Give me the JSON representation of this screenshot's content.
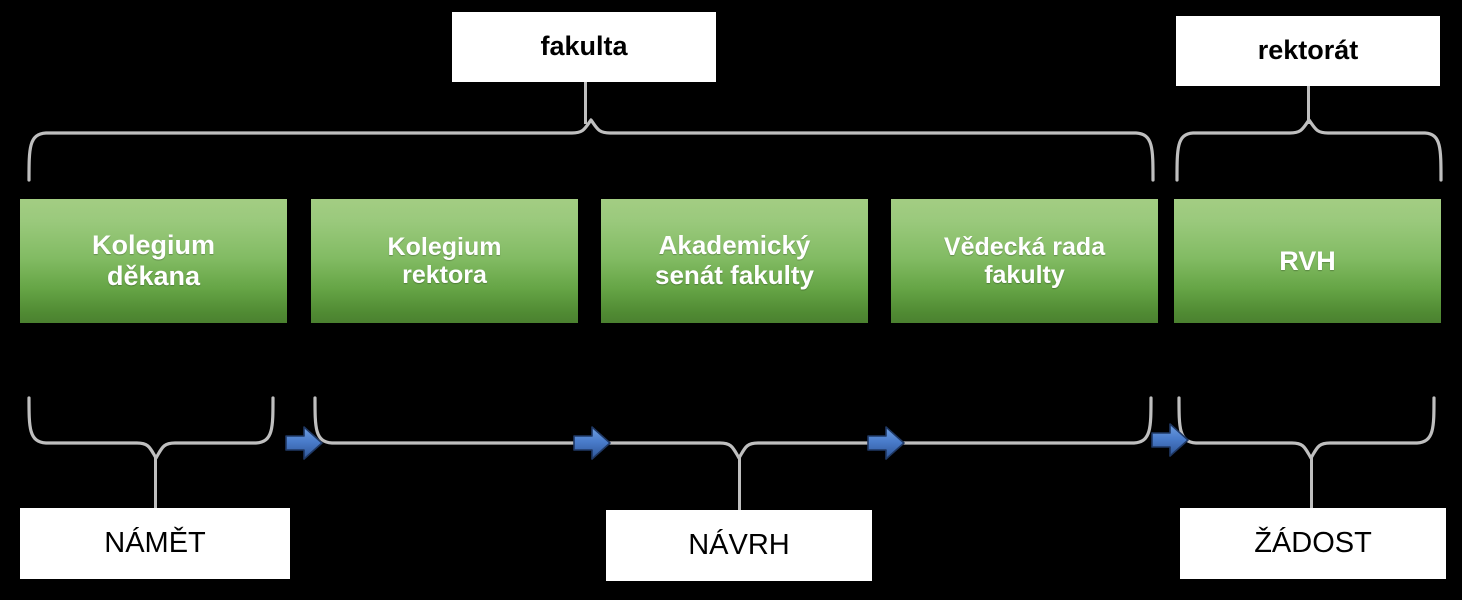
{
  "diagram": {
    "title_boxes": [
      {
        "id": "fakulta",
        "label": "fakulta"
      },
      {
        "id": "rektorat",
        "label": "rektorát"
      }
    ],
    "bodies": [
      {
        "id": "kolegium-dekana",
        "line1": "Kolegium",
        "line2": "děkana"
      },
      {
        "id": "kolegium-rektora",
        "line1": "Kolegium",
        "line2": "rektora"
      },
      {
        "id": "akademicky-senat-fakulty",
        "line1": "Akademický",
        "line2": "senát fakulty"
      },
      {
        "id": "vedecka-rada-fakulty",
        "line1": "Vědecká rada",
        "line2": "fakulty"
      },
      {
        "id": "rvh",
        "line1": "RVH",
        "line2": ""
      }
    ],
    "stages": [
      {
        "id": "namet",
        "label": "NÁMĚT"
      },
      {
        "id": "navrh",
        "label": "NÁVRH"
      },
      {
        "id": "zadost",
        "label": "ŽÁDOST"
      }
    ],
    "flow_arrows": [
      {
        "id": "arrow-namet-to-navrh",
        "icon": "right-arrow-icon"
      },
      {
        "id": "arrow-navrh-mid-1",
        "icon": "right-arrow-icon"
      },
      {
        "id": "arrow-navrh-mid-2",
        "icon": "right-arrow-icon"
      },
      {
        "id": "arrow-navrh-to-zadost",
        "icon": "right-arrow-icon"
      }
    ],
    "colors": {
      "background": "#000000",
      "box_fill": "#ffffff",
      "box_text": "#000000",
      "green_top": "#a3cd83",
      "green_bottom": "#4b8130",
      "green_text": "#ffffff",
      "brace": "#bfbfbf",
      "arrow_fill": "#3f72c4",
      "arrow_edge": "#1f3864"
    }
  }
}
